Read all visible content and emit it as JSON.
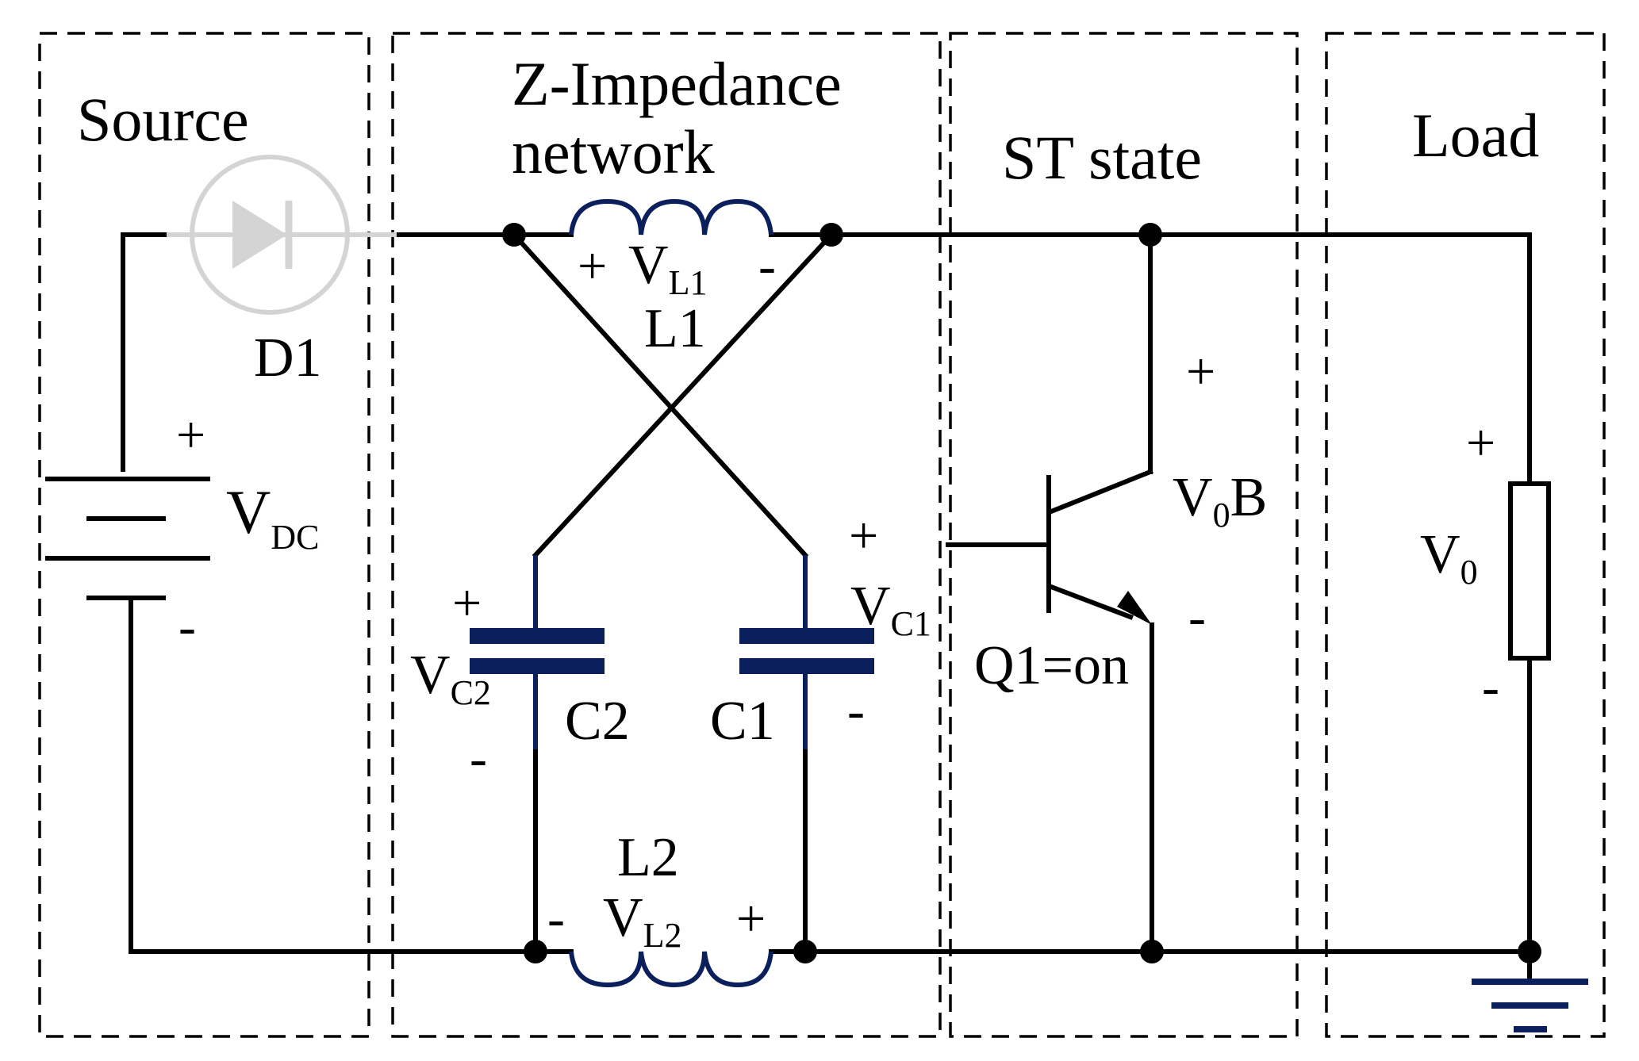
{
  "sections": {
    "source": "Source",
    "z_network_line1": "Z-Impedance",
    "z_network_line2": "network",
    "st_state": "ST state",
    "load": "Load"
  },
  "components": {
    "diode": "D1",
    "inductor1": "L1",
    "inductor2": "L2",
    "capacitor1": "C1",
    "capacitor2": "C2",
    "switch": "Q1=on"
  },
  "voltages": {
    "vdc_main": "V",
    "vdc_sub": "DC",
    "vl1_main": "V",
    "vl1_sub": "L1",
    "vl2_main": "V",
    "vl2_sub": "L2",
    "vc1_main": "V",
    "vc1_sub": "C1",
    "vc2_main": "V",
    "vc2_sub": "C2",
    "v0b_main": "V",
    "v0b_sub": "0",
    "v0b_tail": "B",
    "v0_main": "V",
    "v0_sub": "0"
  },
  "signs": {
    "plus": "+",
    "minus": "-"
  },
  "colors": {
    "wire": "#000000",
    "component": "#0b1f5c",
    "disabled": "#d4d4d4"
  }
}
